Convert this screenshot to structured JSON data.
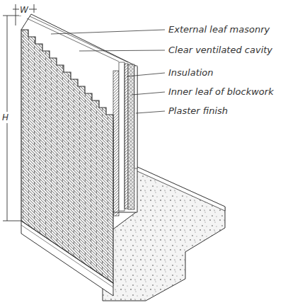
{
  "diagram": {
    "labels": [
      "W",
      "H",
      "External leaf masonry",
      "Clear ventilated cavity",
      "Insulation",
      "Inner leaf of blockwork",
      "Plaster finish"
    ]
  }
}
